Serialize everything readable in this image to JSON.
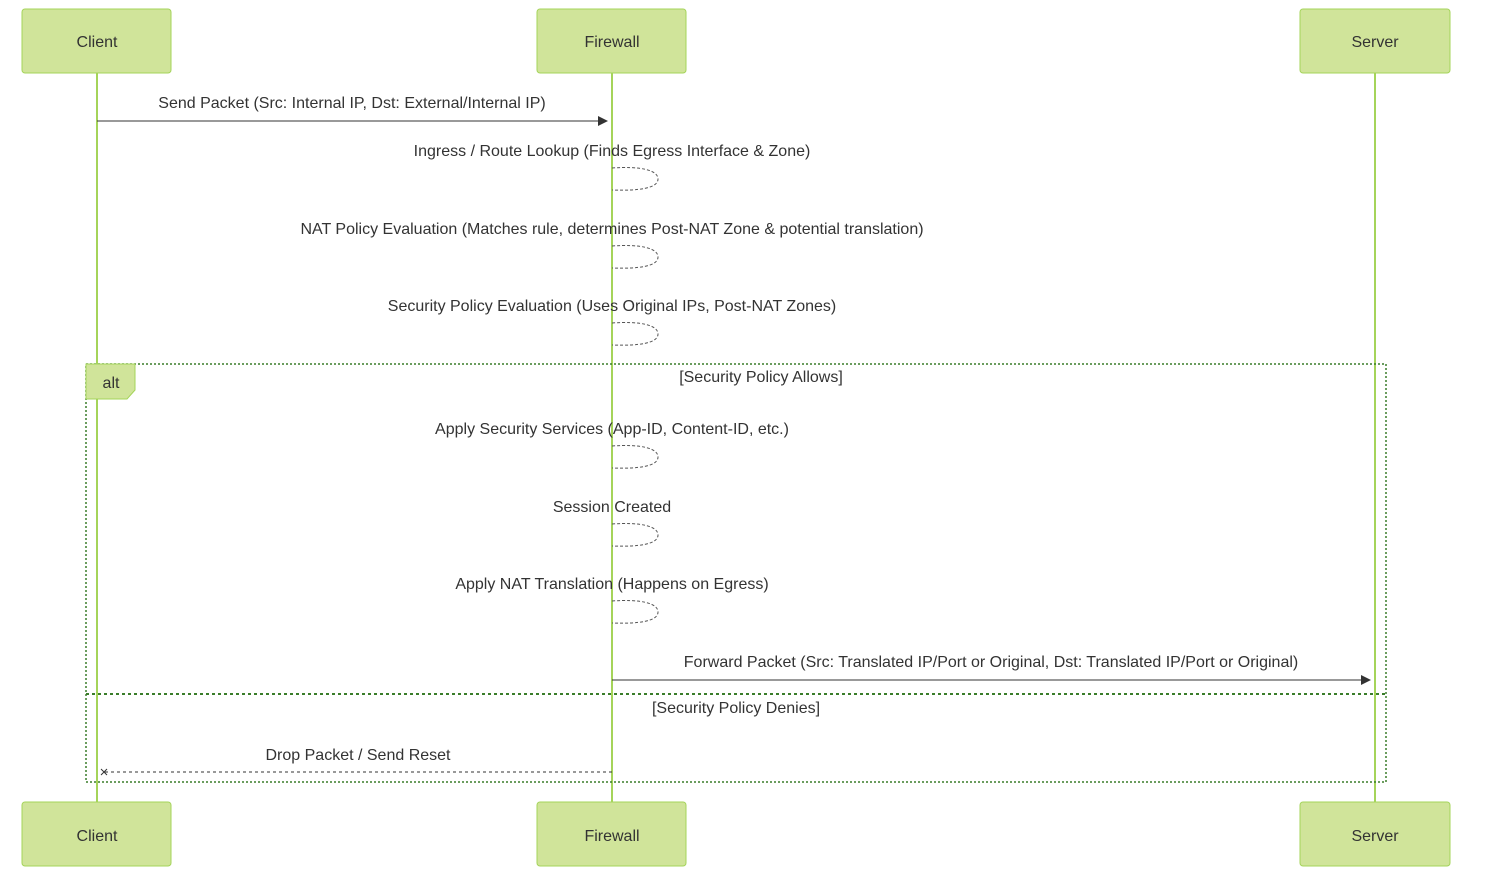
{
  "actors": {
    "client": "Client",
    "firewall": "Firewall",
    "server": "Server"
  },
  "messages": {
    "send_packet": "Send Packet (Src: Internal IP, Dst: External/Internal IP)",
    "route_lookup": "Ingress / Route Lookup (Finds Egress Interface & Zone)",
    "nat_eval": "NAT Policy Evaluation (Matches rule, determines Post-NAT Zone & potential translation)",
    "security_eval": "Security Policy Evaluation (Uses Original IPs, Post-NAT Zones)",
    "apply_services": "Apply Security Services (App-ID, Content-ID, etc.)",
    "session_created": "Session Created",
    "apply_nat": "Apply NAT Translation (Happens on Egress)",
    "forward_packet": "Forward Packet (Src: Translated IP/Port or Original, Dst: Translated IP/Port or Original)",
    "drop_packet": "Drop Packet / Send Reset"
  },
  "alt_fragment": {
    "label": "alt",
    "guard_allow": "[Security Policy Allows]",
    "guard_deny": "[Security Policy Denies]"
  },
  "colors": {
    "actor_fill": "#d0e49a",
    "actor_border": "#a5d45a",
    "lifeline": "#a5d45a",
    "alt_border": "#3a7d2a"
  }
}
